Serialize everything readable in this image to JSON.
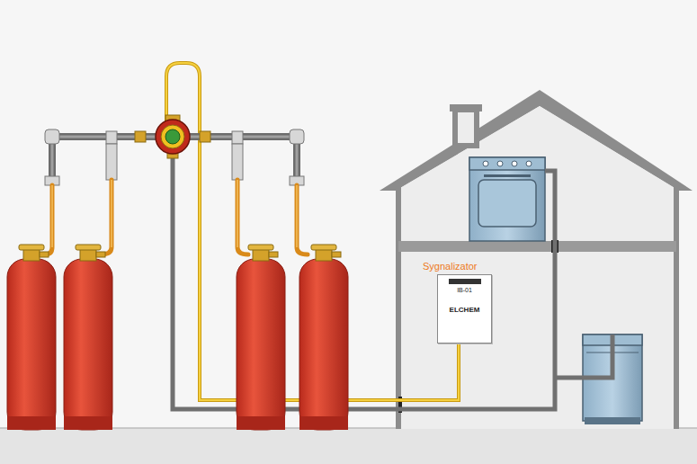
{
  "diagram": {
    "nodes": [
      {
        "text": [
          "Sygnalizator",
          "IB-01",
          "ELCHEM"
        ]
      }
    ]
  }
}
